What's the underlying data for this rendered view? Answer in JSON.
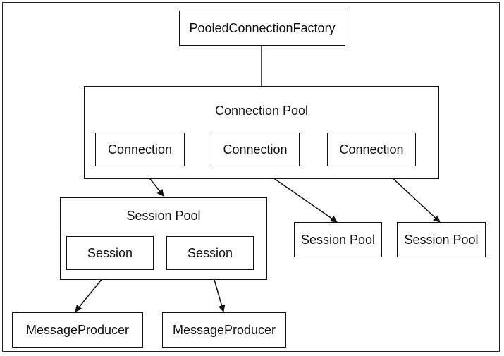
{
  "factory": {
    "label": "PooledConnectionFactory"
  },
  "connection_pool": {
    "label": "Connection Pool",
    "connections": [
      {
        "label": "Connection"
      },
      {
        "label": "Connection"
      },
      {
        "label": "Connection"
      }
    ]
  },
  "session_pools": [
    {
      "label": "Session Pool",
      "sessions": [
        {
          "label": "Session"
        },
        {
          "label": "Session"
        }
      ]
    },
    {
      "label": "Session Pool"
    },
    {
      "label": "Session Pool"
    }
  ],
  "producers": [
    {
      "label": "MessageProducer"
    },
    {
      "label": "MessageProducer"
    }
  ]
}
